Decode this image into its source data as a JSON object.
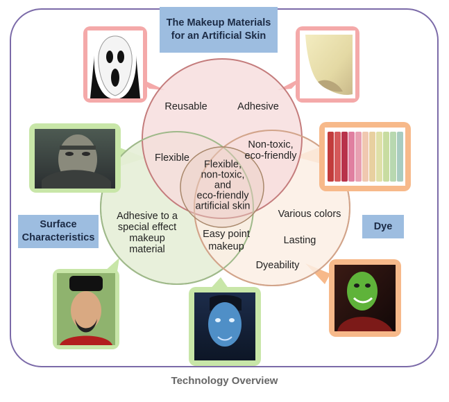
{
  "title": "The Makeup Materials for an Artificial Skin",
  "left_box": "Surface Characteristics",
  "right_box": "Dye",
  "footer": "Technology Overview",
  "regions": {
    "reusable": "Reusable",
    "adhesive": "Adhesive",
    "flexible": "Flexible",
    "non_toxic": "Non-toxic,\neco-friendly",
    "center": "Flexible,\nnon-toxic,\nand\neco-friendly\nartificial skin",
    "adhesive_special": "Adhesive to a\nspecial effect\nmakeup\nmaterial",
    "easy_point": "Easy point\nmakeup",
    "various_colors": "Various colors",
    "lasting": "Lasting",
    "dyeability": "Dyeability"
  },
  "colors": {
    "top_circle": "#f6dcdc",
    "left_circle": "#e6efd8",
    "right_circle": "#fbeee4",
    "top_stroke": "#c47c7c",
    "left_stroke": "#9fb98a",
    "right_stroke": "#d2a48a",
    "pink_callout": "#f4a9a9",
    "green_callout": "#c8e6a8",
    "orange_callout": "#f7b98a"
  },
  "images": {
    "mask": "scream-mask-photo",
    "skin_sheet": "artificial-skin-sheet-photo",
    "face_makeup": "face-makeup-photo",
    "pastels": "colored-pastels-photo",
    "korean_actor": "actor-with-beard-photo",
    "avatar": "blue-avatar-face-photo",
    "green_mask": "green-mask-face-photo"
  }
}
